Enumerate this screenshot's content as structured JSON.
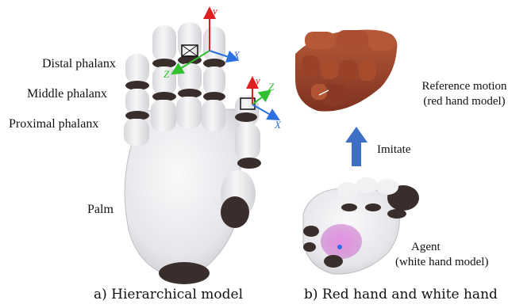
{
  "left_panel": {
    "labels": {
      "distal": "Distal phalanx",
      "middle": "Middle phalanx",
      "proximal": "Proximal phalanx",
      "palm": "Palm"
    },
    "axes": {
      "y": "y",
      "x": "X",
      "z": "Z"
    },
    "caption": "a) Hierarchical model"
  },
  "right_panel": {
    "reference_line1": "Reference motion",
    "reference_line2": "(red hand model)",
    "imitate": "Imitate",
    "agent_line1": "Agent",
    "agent_line2": "(white hand model)",
    "caption": "b) Red hand and white hand"
  },
  "colors": {
    "hand_white": "#f1f1f3",
    "joint_dark": "#3a2e2c",
    "red_hand": "#a34a2e",
    "arrow_blue": "#3d6fc4",
    "axis_red": "#e02020",
    "axis_green": "#30c030",
    "axis_blue": "#2b6fe0",
    "agent_magenta": "#c050c0"
  }
}
